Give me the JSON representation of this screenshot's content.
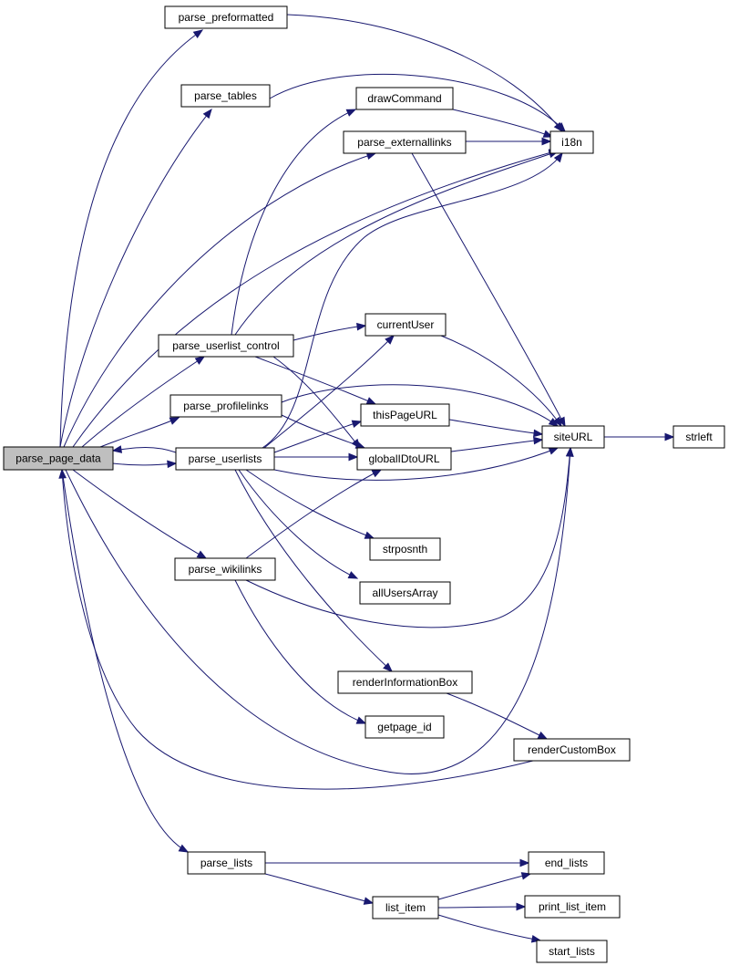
{
  "graph": {
    "colors": {
      "edge": "#191970",
      "root_fill": "#bfbfbf",
      "node_fill": "#ffffff",
      "node_border": "#000000"
    },
    "nodes": {
      "parse_page_data": "parse_page_data",
      "parse_preformatted": "parse_preformatted",
      "parse_tables": "parse_tables",
      "drawCommand": "drawCommand",
      "parse_externallinks": "parse_externallinks",
      "i18n": "i18n",
      "currentUser": "currentUser",
      "parse_userlist_control": "parse_userlist_control",
      "parse_profilelinks": "parse_profilelinks",
      "thisPageURL": "thisPageURL",
      "siteURL": "siteURL",
      "strleft": "strleft",
      "parse_userlists": "parse_userlists",
      "globalIDtoURL": "globalIDtoURL",
      "strposnth": "strposnth",
      "parse_wikilinks": "parse_wikilinks",
      "allUsersArray": "allUsersArray",
      "renderInformationBox": "renderInformationBox",
      "getpage_id": "getpage_id",
      "renderCustomBox": "renderCustomBox",
      "parse_lists": "parse_lists",
      "end_lists": "end_lists",
      "list_item": "list_item",
      "print_list_item": "print_list_item",
      "start_lists": "start_lists"
    },
    "edges": [
      [
        "parse_page_data",
        "parse_preformatted"
      ],
      [
        "parse_page_data",
        "parse_tables"
      ],
      [
        "parse_page_data",
        "parse_externallinks"
      ],
      [
        "parse_page_data",
        "parse_userlist_control"
      ],
      [
        "parse_page_data",
        "parse_profilelinks"
      ],
      [
        "parse_page_data",
        "parse_userlists"
      ],
      [
        "parse_page_data",
        "parse_wikilinks"
      ],
      [
        "parse_page_data",
        "parse_lists"
      ],
      [
        "parse_page_data",
        "i18n"
      ],
      [
        "parse_page_data",
        "siteURL"
      ],
      [
        "parse_preformatted",
        "i18n"
      ],
      [
        "parse_tables",
        "i18n"
      ],
      [
        "drawCommand",
        "i18n"
      ],
      [
        "parse_externallinks",
        "i18n"
      ],
      [
        "parse_externallinks",
        "siteURL"
      ],
      [
        "parse_userlist_control",
        "drawCommand"
      ],
      [
        "parse_userlist_control",
        "i18n"
      ],
      [
        "parse_userlist_control",
        "currentUser"
      ],
      [
        "parse_userlist_control",
        "thisPageURL"
      ],
      [
        "parse_userlist_control",
        "globalIDtoURL"
      ],
      [
        "parse_profilelinks",
        "siteURL"
      ],
      [
        "parse_profilelinks",
        "globalIDtoURL"
      ],
      [
        "parse_userlists",
        "parse_page_data"
      ],
      [
        "parse_userlists",
        "i18n"
      ],
      [
        "parse_userlists",
        "currentUser"
      ],
      [
        "parse_userlists",
        "thisPageURL"
      ],
      [
        "parse_userlists",
        "globalIDtoURL"
      ],
      [
        "parse_userlists",
        "siteURL"
      ],
      [
        "parse_userlists",
        "strposnth"
      ],
      [
        "parse_userlists",
        "allUsersArray"
      ],
      [
        "parse_userlists",
        "renderInformationBox"
      ],
      [
        "parse_wikilinks",
        "globalIDtoURL"
      ],
      [
        "parse_wikilinks",
        "siteURL"
      ],
      [
        "parse_wikilinks",
        "getpage_id"
      ],
      [
        "currentUser",
        "siteURL"
      ],
      [
        "thisPageURL",
        "siteURL"
      ],
      [
        "globalIDtoURL",
        "siteURL"
      ],
      [
        "siteURL",
        "strleft"
      ],
      [
        "renderInformationBox",
        "renderCustomBox"
      ],
      [
        "renderCustomBox",
        "parse_page_data"
      ],
      [
        "parse_lists",
        "end_lists"
      ],
      [
        "parse_lists",
        "list_item"
      ],
      [
        "list_item",
        "end_lists"
      ],
      [
        "list_item",
        "print_list_item"
      ],
      [
        "list_item",
        "start_lists"
      ]
    ]
  }
}
